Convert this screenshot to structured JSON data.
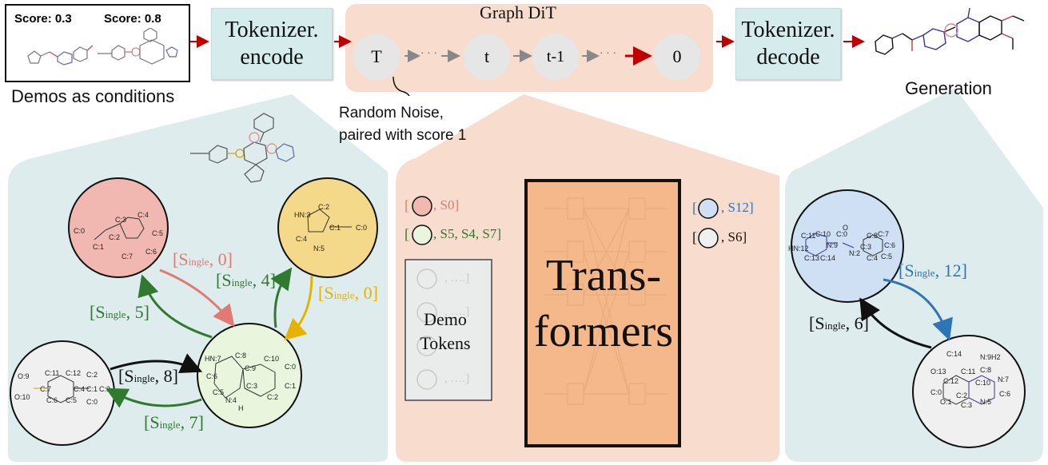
{
  "demos": {
    "score_a": "Score: 0.3",
    "score_b": "Score: 0.8",
    "caption": "Demos as conditions"
  },
  "encoder": {
    "label": "Tokenizer.\nencode"
  },
  "decoder": {
    "label": "Tokenizer.\ndecode"
  },
  "dit": {
    "title": "Graph DiT",
    "steps": [
      "T",
      "t",
      "t-1",
      "0"
    ],
    "ellipsis": "· · ·",
    "noise_note": "Random Noise,\npaired with score 1"
  },
  "generation": {
    "label": "Generation"
  },
  "left_panel": {
    "nodes": [
      {
        "id": "n0",
        "atoms": [
          "C:0",
          "C:1",
          "C:2",
          "C:3",
          "C:4",
          "C:5",
          "C:6",
          "C:7"
        ]
      },
      {
        "id": "n1",
        "atoms": [
          "HN:3",
          "C:2",
          "C:1",
          "C:0",
          "C:4",
          "N:5"
        ]
      },
      {
        "id": "n2",
        "atoms": [
          "HN:7",
          "C:8",
          "C:9",
          "C:10",
          "C:6",
          "C:3",
          "C:0",
          "C:1",
          "C:5",
          "N:4",
          "H",
          "C:2"
        ]
      },
      {
        "id": "n3",
        "atoms": [
          "O:9",
          "O:10",
          "C:11",
          "C:12",
          "C:7",
          "C:6",
          "C:5",
          "C:4",
          "C:1",
          "C:2",
          "C:3",
          "C:0"
        ]
      }
    ],
    "edges": [
      {
        "pre": "[S",
        "sub": "ingle",
        "post": ", 0]",
        "color": "#e07a72"
      },
      {
        "pre": "[S",
        "sub": "ingle",
        "post": ", 4]",
        "color": "#2f7a2f"
      },
      {
        "pre": "[S",
        "sub": "ingle",
        "post": ", 0]",
        "color": "#e6b200"
      },
      {
        "pre": "[S",
        "sub": "ingle",
        "post": ", 5]",
        "color": "#2f7a2f"
      },
      {
        "pre": "[S",
        "sub": "ingle",
        "post": ", 8]",
        "color": "#111111"
      },
      {
        "pre": "[S",
        "sub": "ingle",
        "post": ", 7]",
        "color": "#2f7a2f"
      }
    ]
  },
  "middle_panel": {
    "tokens_left": [
      {
        "label": ", S0]",
        "color": "#e07a72"
      },
      {
        "label": ", S5, S4, S7]",
        "color": "#2f7a2f"
      }
    ],
    "faded_token": ", ….]",
    "demo_tokens_label": "Demo\nTokens",
    "transformer_label": "Trans-\nformers",
    "tokens_right": [
      {
        "label": ", S12]",
        "color": "#2e75b6"
      },
      {
        "label": ", S6]",
        "color": "#111111"
      }
    ]
  },
  "right_panel": {
    "nodes": [
      {
        "id": "m0",
        "atoms": [
          "C:11",
          "C:10",
          "HN:12",
          "C:13",
          "C:14",
          "N:9",
          "C:0",
          "O",
          "N:2",
          "C:3",
          "C:8",
          "C:7",
          "C:6",
          "C:5",
          "C:4"
        ]
      },
      {
        "id": "m1",
        "atoms": [
          "C:14",
          "N:9H2",
          "O:13",
          "C:12",
          "C:11",
          "C:8",
          "N:7",
          "C:10",
          "C:6",
          "C:0",
          "O:1",
          "C:2",
          "C:3",
          "N:5"
        ]
      }
    ],
    "edges": [
      {
        "pre": "[S",
        "sub": "ingle",
        "post": ", 12]",
        "color": "#2e75b6"
      },
      {
        "pre": "[S",
        "sub": "ingle",
        "post": ", 6]",
        "color": "#111111"
      }
    ]
  },
  "colors": {
    "panel_left": "#deecee",
    "panel_mid": "#f8dccd",
    "transformer": "#f5b88a",
    "arrow_red": "#c00000",
    "node_red": "#f0b8b0",
    "node_yellow": "#f5d98b",
    "node_green": "#eaf5dd",
    "node_blue": "#cfe0f5",
    "node_gray": "#f0f0f0"
  }
}
